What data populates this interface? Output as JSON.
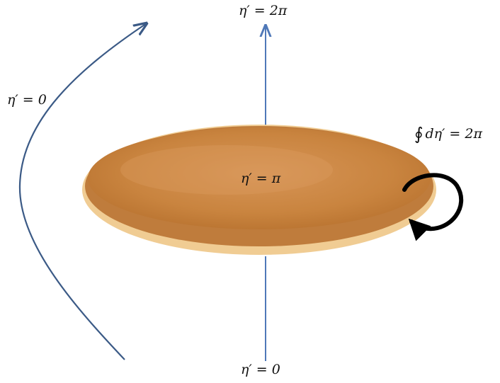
{
  "labels": {
    "top": "η′ = 2π",
    "left": "η′ = 0",
    "center": "η′ = π",
    "bottom": "η′ = 0",
    "integral_symbol": "∮",
    "integral_expr": "dη′ = 2π"
  },
  "colors": {
    "axis_line": "#4f78b8",
    "curve_line": "#3b5a86",
    "pancake_fill": "#cd8a48",
    "pancake_edge": "#f0cc93",
    "rotation_arrow": "#000000"
  }
}
